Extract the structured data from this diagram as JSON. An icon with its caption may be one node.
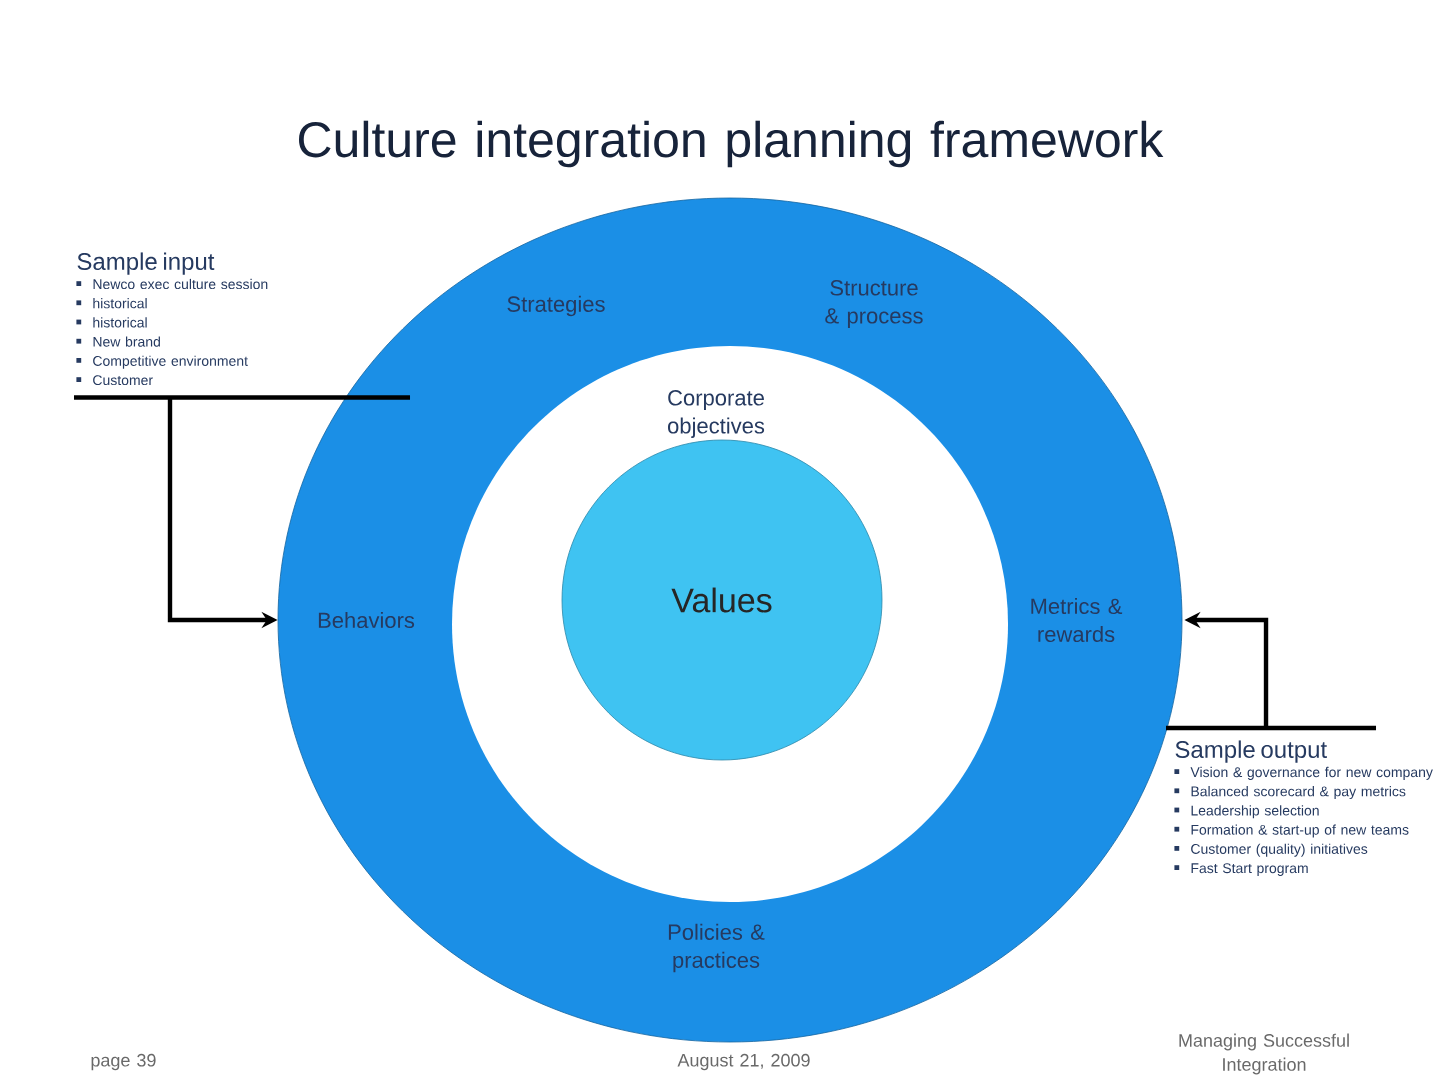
{
  "diagram": {
    "title": "Culture integration planning framework",
    "nodes": [
      {
        "text": [
          "Strategies",
          "Structure & process",
          "Behaviors",
          "Metrics & rewards",
          "Policies & practices"
        ]
      },
      {
        "text": [
          "Corporate objectives"
        ],
        "in": 0
      },
      {
        "text": [
          "Values"
        ],
        "in": 1
      },
      {
        "text": [
          "Sample input",
          "Newco exec culture session",
          "historical",
          "historical",
          "New brand",
          "Competitive environment",
          "Customer"
        ]
      },
      {
        "text": [
          "Sample output",
          "Vision & governance for new company",
          "Balanced scorecard & pay metrics",
          "Leadership selection",
          "Formation & start-up of new teams",
          "Customer (quality) initiatives",
          "Fast Start program"
        ]
      }
    ],
    "edges": [
      {
        "from": 3,
        "to": 0,
        "arrow": "to"
      },
      {
        "from": 4,
        "to": 0,
        "arrow": "to"
      }
    ],
    "labels": [
      "page 39",
      "August 21, 2009",
      "Managing Successful Integration"
    ]
  }
}
